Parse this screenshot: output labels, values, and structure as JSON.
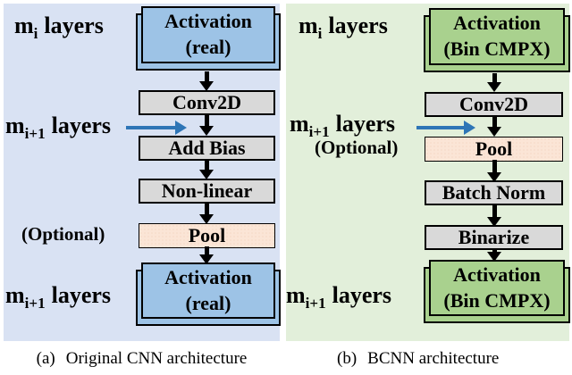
{
  "figure": {
    "panel_a": {
      "label_mi": {
        "base": "m",
        "sub": "i",
        "rest": "layers"
      },
      "label_mi1": {
        "base": "m",
        "sub": "i+1",
        "rest": "layers"
      },
      "optional": "(Optional)",
      "activation_top": {
        "line1": "Activation",
        "line2": "(real)"
      },
      "box_conv": "Conv2D",
      "box_bias": "Add Bias",
      "box_nonlinear": "Non-linear",
      "box_pool": "Pool",
      "activation_bottom": {
        "line1": "Activation",
        "line2": "(real)"
      },
      "label_mi1_bottom": {
        "base": "m",
        "sub": "i+1",
        "rest": "layers"
      },
      "caption": {
        "index": "(a)",
        "text": "Original CNN architecture"
      }
    },
    "panel_b": {
      "label_mi": {
        "base": "m",
        "sub": "i",
        "rest": "layers"
      },
      "label_mi1": {
        "base": "m",
        "sub": "i+1",
        "rest": "layers"
      },
      "optional": "(Optional)",
      "activation_top": {
        "line1": "Activation",
        "line2": "(Bin CMPX)"
      },
      "box_conv": "Conv2D",
      "box_pool": "Pool",
      "box_batchnorm": "Batch Norm",
      "box_binarize": "Binarize",
      "activation_bottom": {
        "line1": "Activation",
        "line2": "(Bin CMPX)"
      },
      "label_mi1_bottom": {
        "base": "m",
        "sub": "i+1",
        "rest": "layers"
      },
      "caption": {
        "index": "(b)",
        "text": "BCNN architecture"
      }
    },
    "colors": {
      "panel_a_bg": "#d9e2f3",
      "panel_b_bg": "#e2efda",
      "real_activation_fill": "#9dc3e6",
      "cmpx_activation_fill": "#a9d18e",
      "op_box_fill": "#d9d9d9",
      "pool_box_fill": "#fbe5d6",
      "flow_arrow": "#000000",
      "pointer_arrow": "#2e75b6"
    }
  }
}
